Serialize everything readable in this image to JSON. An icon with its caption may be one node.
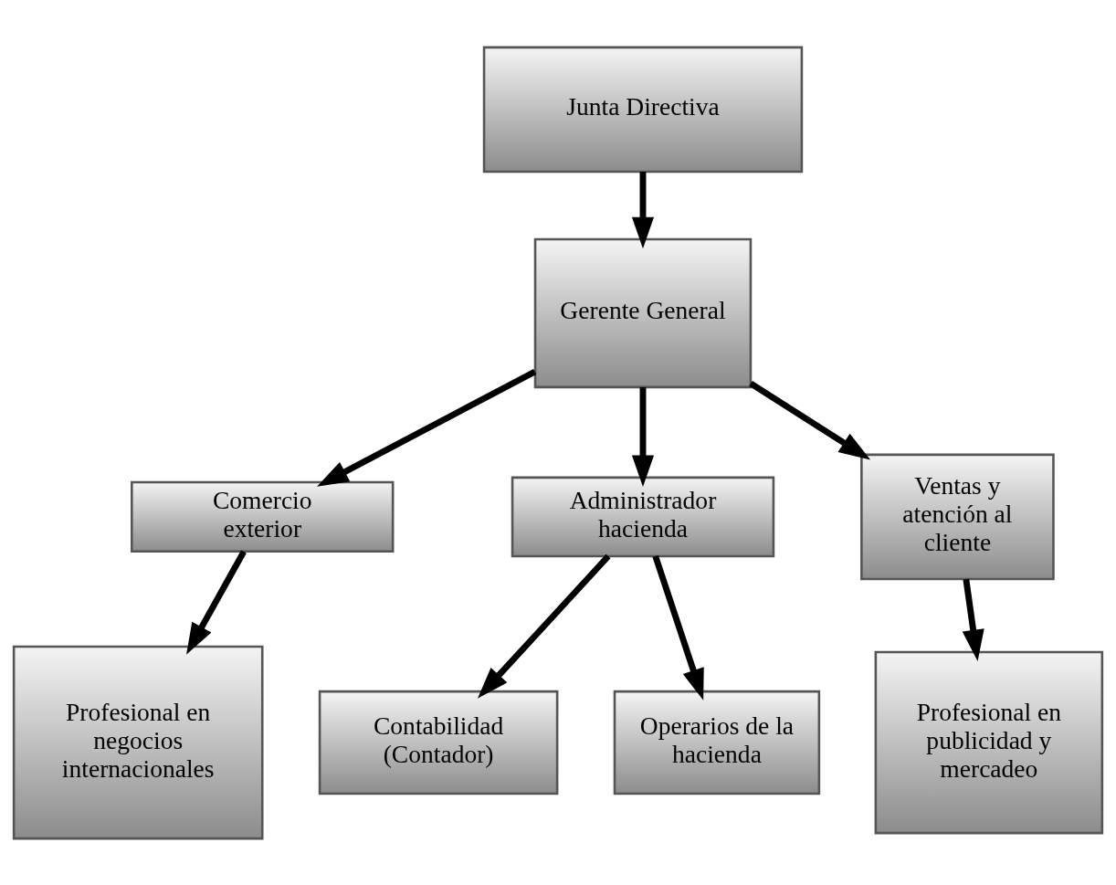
{
  "diagram": {
    "nodes": [
      {
        "text": [
          "Junta Directiva"
        ]
      },
      {
        "text": [
          "Gerente General"
        ]
      },
      {
        "text": [
          "Comercio exterior"
        ]
      },
      {
        "text": [
          "Administrador hacienda"
        ]
      },
      {
        "text": [
          "Ventas y atención al cliente"
        ]
      },
      {
        "text": [
          "Profesional en negocios internacionales"
        ]
      },
      {
        "text": [
          "Contabilidad (Contador)"
        ]
      },
      {
        "text": [
          "Operarios de la hacienda"
        ]
      },
      {
        "text": [
          "Profesional en publicidad y mercadeo"
        ]
      }
    ],
    "edges": [
      {
        "from": 0,
        "to": 1,
        "arrow": "to"
      },
      {
        "from": 1,
        "to": 2,
        "arrow": "to"
      },
      {
        "from": 1,
        "to": 3,
        "arrow": "to"
      },
      {
        "from": 1,
        "to": 4,
        "arrow": "to"
      },
      {
        "from": 2,
        "to": 5,
        "arrow": "to"
      },
      {
        "from": 3,
        "to": 6,
        "arrow": "to"
      },
      {
        "from": 3,
        "to": 7,
        "arrow": "to"
      },
      {
        "from": 4,
        "to": 8,
        "arrow": "to"
      }
    ]
  }
}
